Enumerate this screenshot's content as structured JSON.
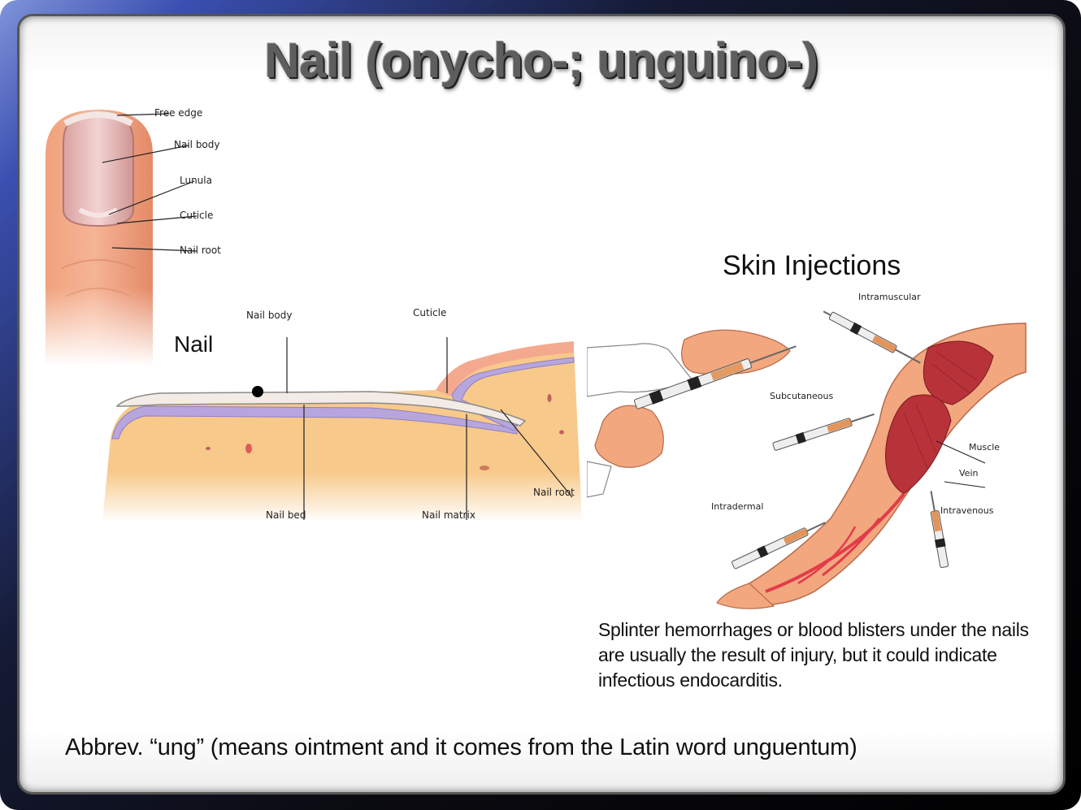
{
  "slide": {
    "title": "Nail (onycho-; unguino-)",
    "nail_label": "Nail",
    "finger_labels": [
      "Free edge",
      "Nail body",
      "Lunula",
      "Cuticle",
      "Nail root"
    ],
    "cross_section_labels": {
      "nail_body": "Nail body",
      "cuticle": "Cuticle",
      "nail_root": "Nail root",
      "nail_bed": "Nail bed",
      "nail_matrix": "Nail matrix"
    },
    "injections": {
      "title": "Skin Injections",
      "intramuscular": "Intramuscular",
      "subcutaneous": "Subcutaneous",
      "muscle": "Muscle",
      "vein": "Vein",
      "intradermal": "Intradermal",
      "intravenous": "Intravenous"
    },
    "note": "Splinter hemorrhages or  blood blisters under the nails are usually the result of injury, but it could indicate infectious endocarditis.",
    "abbrev": "Abbrev. “ung” (means ointment and it comes from the Latin word unguentum)"
  },
  "colors": {
    "title": "#5e5e5e",
    "skin": "#f2a77f",
    "fat": "#f7c98a",
    "nail": "#f3ece6",
    "matrix": "#b7a6dd",
    "muscle": "#b8323a",
    "vein": "#e23b4a"
  }
}
